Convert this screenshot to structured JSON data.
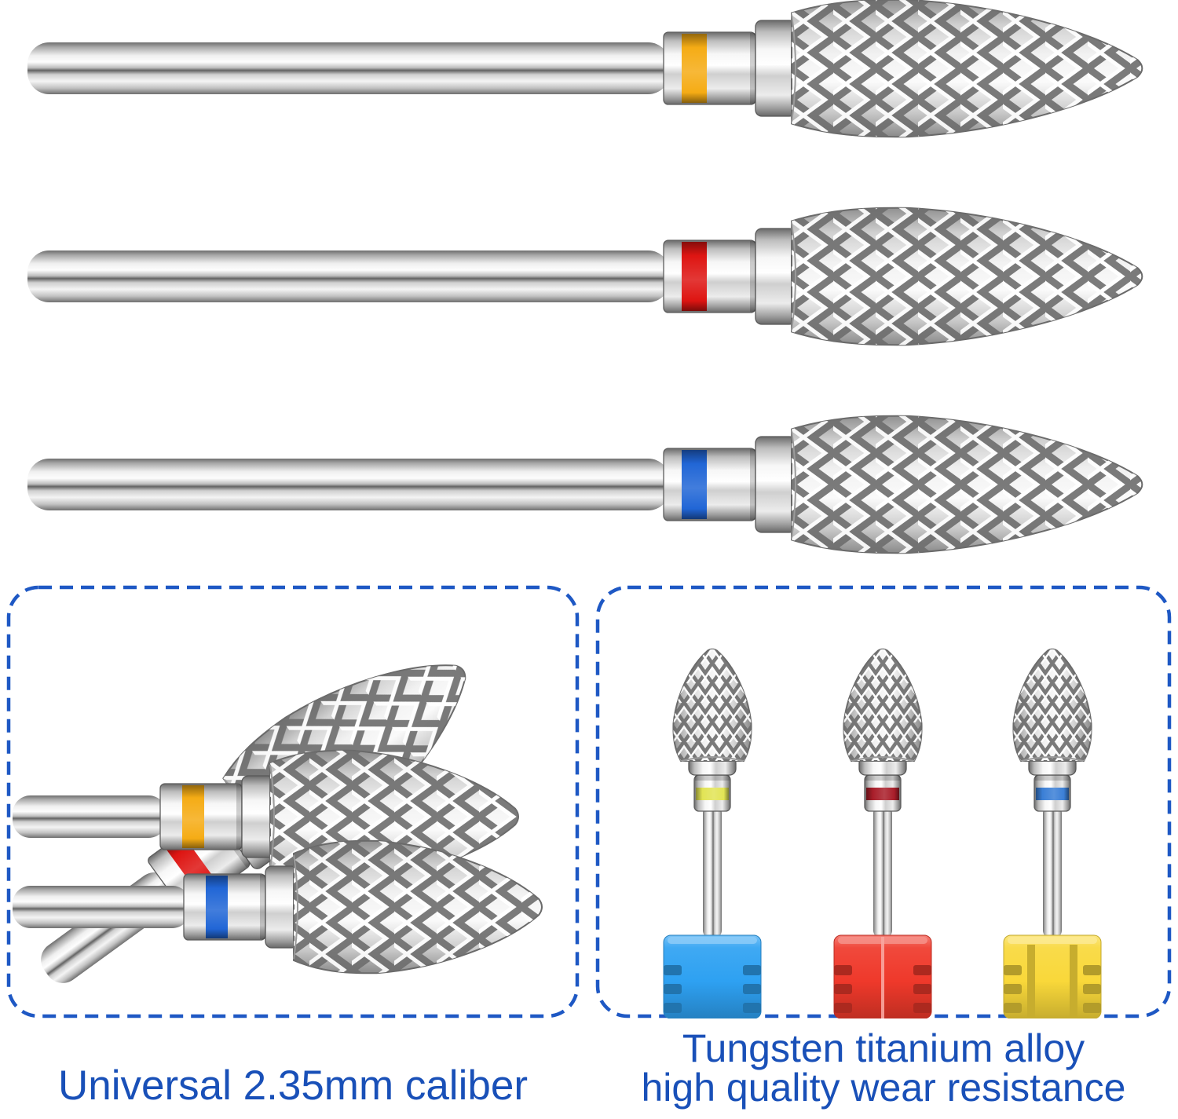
{
  "colors": {
    "background": "#ffffff",
    "panel_border": "#1E58C4",
    "caption_text": "#1950B8",
    "band_yellow": "#F5AC15",
    "band_red": "#DE1512",
    "band_blue": "#2166D6",
    "band_pale_yellow": "#E2E455",
    "band_dark_red": "#A91E2A",
    "band_medium_blue": "#3B7FD6",
    "holder_blue": "#2EA1F2",
    "holder_red": "#EF392B",
    "holder_yellow": "#F9D83A"
  },
  "top_row": {
    "bits": [
      {
        "id": "drill-bit-yellow-band",
        "band": "band_yellow",
        "band_label": "yellow"
      },
      {
        "id": "drill-bit-red-band",
        "band": "band_red",
        "band_label": "red"
      },
      {
        "id": "drill-bit-blue-band",
        "band": "band_blue",
        "band_label": "blue"
      }
    ]
  },
  "left_panel": {
    "caption": "Universal 2.35mm caliber",
    "bits": [
      {
        "id": "fanned-bit-red-band",
        "band": "band_red",
        "band_label": "red"
      },
      {
        "id": "fanned-bit-yellow-band",
        "band": "band_yellow",
        "band_label": "yellow"
      },
      {
        "id": "fanned-bit-blue-band",
        "band": "band_blue",
        "band_label": "blue"
      }
    ]
  },
  "right_panel": {
    "caption_line1": "Tungsten titanium alloy",
    "caption_line2": "high quality wear resistance",
    "stands": [
      {
        "id": "stand-blue-holder",
        "band": "band_pale_yellow",
        "holder": "holder_blue",
        "holder_style": "plain",
        "holder_label": "blue"
      },
      {
        "id": "stand-red-holder",
        "band": "band_dark_red",
        "holder": "holder_red",
        "holder_style": "seam",
        "holder_label": "red"
      },
      {
        "id": "stand-yellow-holder",
        "band": "band_medium_blue",
        "holder": "holder_yellow",
        "holder_style": "grooves",
        "holder_label": "yellow"
      }
    ]
  }
}
